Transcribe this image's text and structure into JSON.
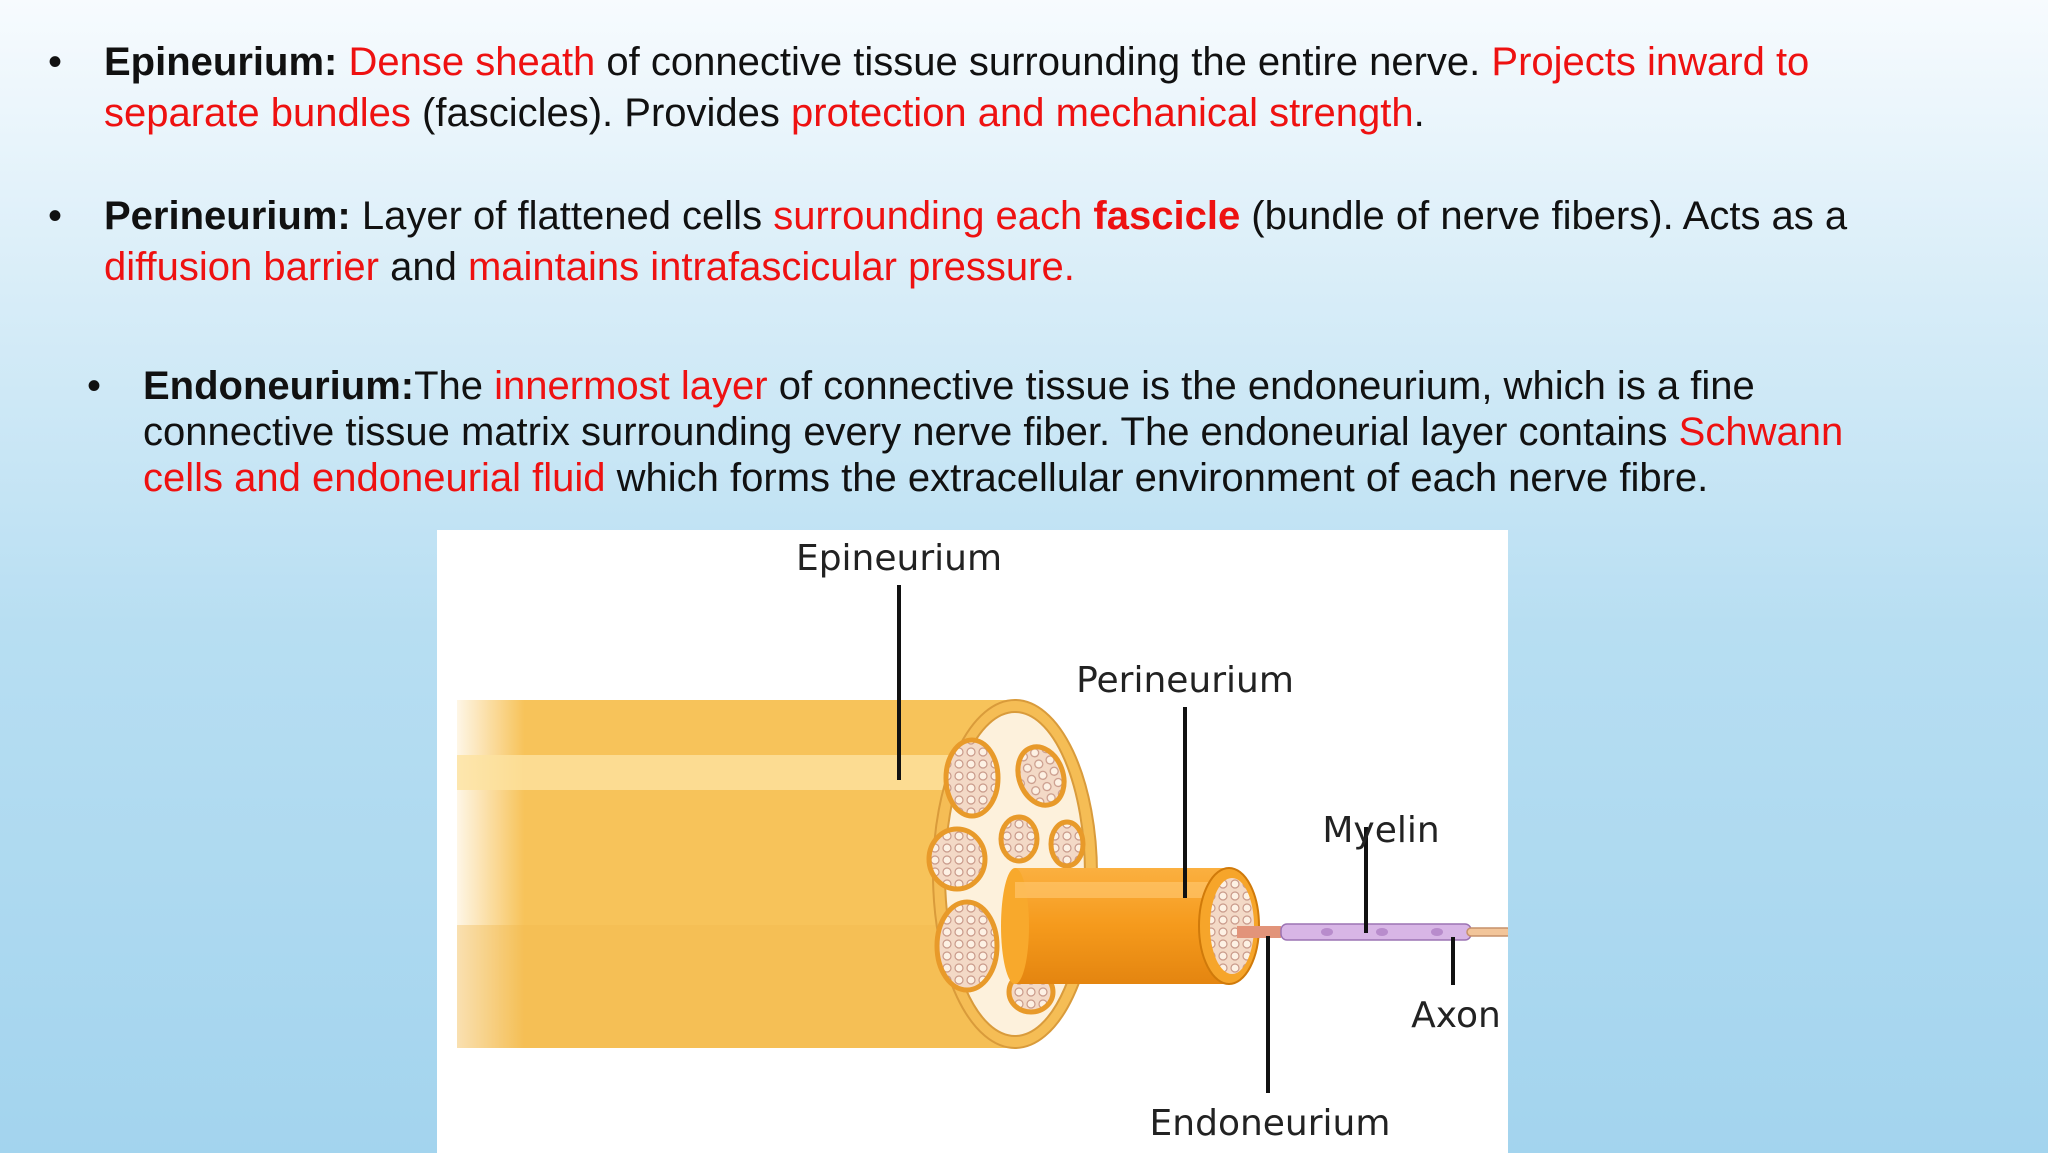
{
  "bullets": {
    "epineurium": {
      "term": "Epineurium:",
      "p1": "Dense sheath",
      "p2": " of connective tissue surrounding the entire nerve. ",
      "p3": "Projects inward to separate bundles",
      "p4": " (fascicles). Provides ",
      "p5": "protection and mechanical strength",
      "p6": "."
    },
    "perineurium": {
      "term": "Perineurium:",
      "p1": " Layer of flattened cells ",
      "p2": "surrounding each ",
      "p3": "fascicle",
      "p4": " (bundle of nerve fibers). Acts as a ",
      "p5": "diffusion barrier",
      "p6": " and ",
      "p7": "maintains intrafascicular pressure."
    },
    "endoneurium": {
      "term": "Endoneurium:",
      "p1": "The ",
      "p2": "innermost layer",
      "p3": " of connective tissue is the endoneurium, which is a fine connective tissue matrix surrounding every nerve fiber. The endoneurial layer contains ",
      "p4": "Schwann cells and endoneurial fluid",
      "p5": " which forms the extracellular environment of each nerve fibre."
    }
  },
  "figure": {
    "labels": {
      "epineurium": "Epineurium",
      "perineurium": "Perineurium",
      "myelin": "Myelin",
      "axon": "Axon",
      "endoneurium": "Endoneurium"
    }
  },
  "colors": {
    "highlight": "#ee1111",
    "nerve_outer": "#f7c35a",
    "fascicle": "#f59a1c"
  }
}
